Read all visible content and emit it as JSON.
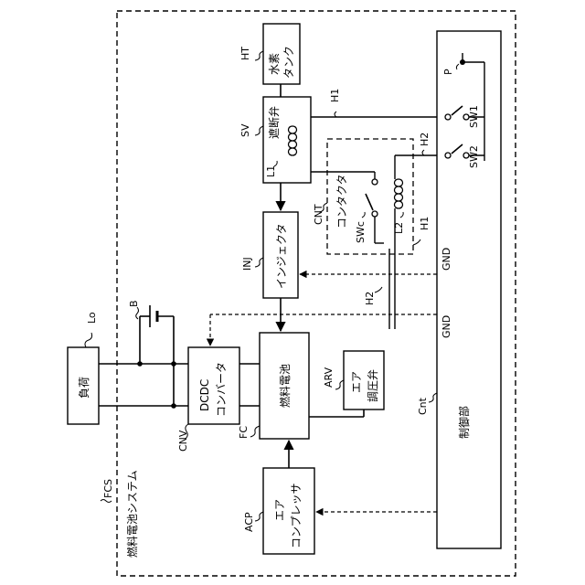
{
  "system": {
    "label": "燃料電池システム",
    "ref": "FCS"
  },
  "blocks": {
    "load": {
      "label": "負荷",
      "ref": "Lo"
    },
    "battery": {
      "ref": "B"
    },
    "converter": {
      "line1": "DCDC",
      "line2": "コンバータ",
      "ref": "CNV"
    },
    "fuel_cell": {
      "label": "燃料電池",
      "ref": "FC"
    },
    "air_valve": {
      "line1": "エア",
      "line2": "調圧弁",
      "ref": "ARV"
    },
    "compressor": {
      "line1": "エア",
      "line2": "コンプレッサ",
      "ref": "ACP"
    },
    "injector": {
      "label": "インジェクタ",
      "ref": "INJ"
    },
    "shutoff_valve": {
      "label": "遮断弁",
      "ref": "SV",
      "coil": "L1"
    },
    "tank": {
      "line1": "水素",
      "line2": "タンク",
      "ref": "HT"
    },
    "contactor": {
      "label": "コンタクタ",
      "ref": "CNT",
      "switch": "SWc",
      "coil": "L2"
    },
    "controller": {
      "label": "制御部",
      "ref": "Cnt"
    }
  },
  "signals": {
    "h1_top": "H1",
    "h2_top": "H2",
    "h1_mid": "H1",
    "h2_mid": "H2",
    "gnd_a": "GND",
    "gnd_b": "GND",
    "p": "P",
    "sw1": "SW1",
    "sw2": "SW2"
  }
}
